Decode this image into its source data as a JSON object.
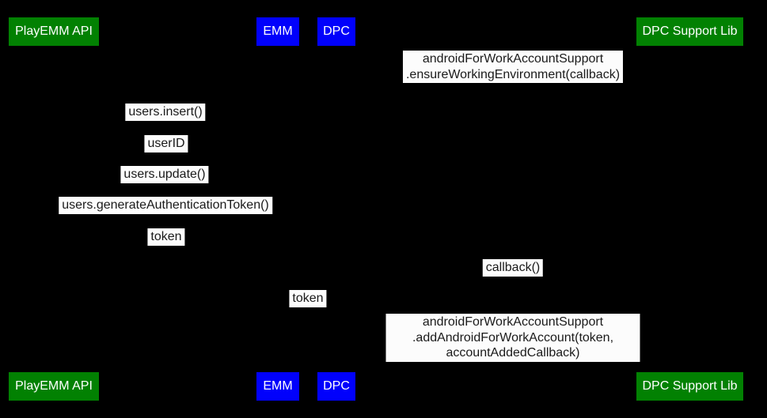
{
  "diagram": {
    "type": "sequence-diagram",
    "background_color": "#000000",
    "participant_colors": {
      "green": "#028102",
      "blue": "#0101fc"
    },
    "label_background": "#fcfcfc",
    "label_text_color": "#1a1a1a",
    "participant_text_color": "#ffffff",
    "participants": [
      {
        "id": "playemm-api",
        "label": "PlayEMM API",
        "color": "#028102"
      },
      {
        "id": "emm",
        "label": "EMM",
        "color": "#0101fc"
      },
      {
        "id": "dpc",
        "label": "DPC",
        "color": "#0101fc"
      },
      {
        "id": "dpc-support-lib",
        "label": "DPC Support Lib",
        "color": "#028102"
      }
    ],
    "messages": [
      {
        "text": "androidForWorkAccountSupport\n.ensureWorkingEnvironment(callback)"
      },
      {
        "text": "users.insert()"
      },
      {
        "text": "userID"
      },
      {
        "text": "users.update()"
      },
      {
        "text": "users.generateAuthenticationToken()"
      },
      {
        "text": "token"
      },
      {
        "text": "callback()"
      },
      {
        "text": "token"
      },
      {
        "text": "androidForWorkAccountSupport\n.addAndroidForWorkAccount(token, accountAddedCallback)"
      }
    ]
  }
}
